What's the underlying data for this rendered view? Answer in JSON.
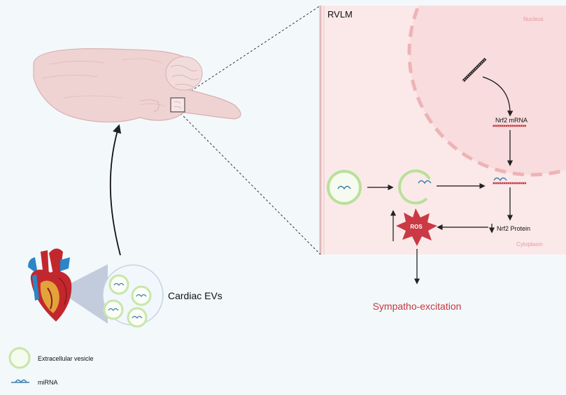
{
  "panel": {
    "title": "RVLM",
    "nucleus_label": "Nucleus",
    "cytoplasm_label": "Cytoplasm"
  },
  "labels": {
    "nrf2_mrna": "Nrf2 mRNA",
    "nrf2_protein": "Nrf2 Protein",
    "ros": "ROS",
    "sympatho": "Sympatho-excitation",
    "cardiac_evs": "Cardiac EVs"
  },
  "legend": {
    "extracellular_vesicle": "Extracellular vesicle",
    "mirna": "miRNA"
  },
  "colors": {
    "background": "#f3f8fb",
    "panel_fill": "#fbe9ea",
    "nucleus_fill": "#f9dcdd",
    "nucleus_border": "#f0b6b8",
    "brain_fill": "#efd3d2",
    "brain_stroke": "#d9b0ae",
    "vesicle_ring": "#b9e09a",
    "mirna": "#3d7ea8",
    "mrna": "#c23a40",
    "ros_fill": "#c93a44",
    "sympatho_text": "#c0393f",
    "arrow": "#222222",
    "heart_red": "#c2272d",
    "heart_blue": "#2a86c7"
  }
}
